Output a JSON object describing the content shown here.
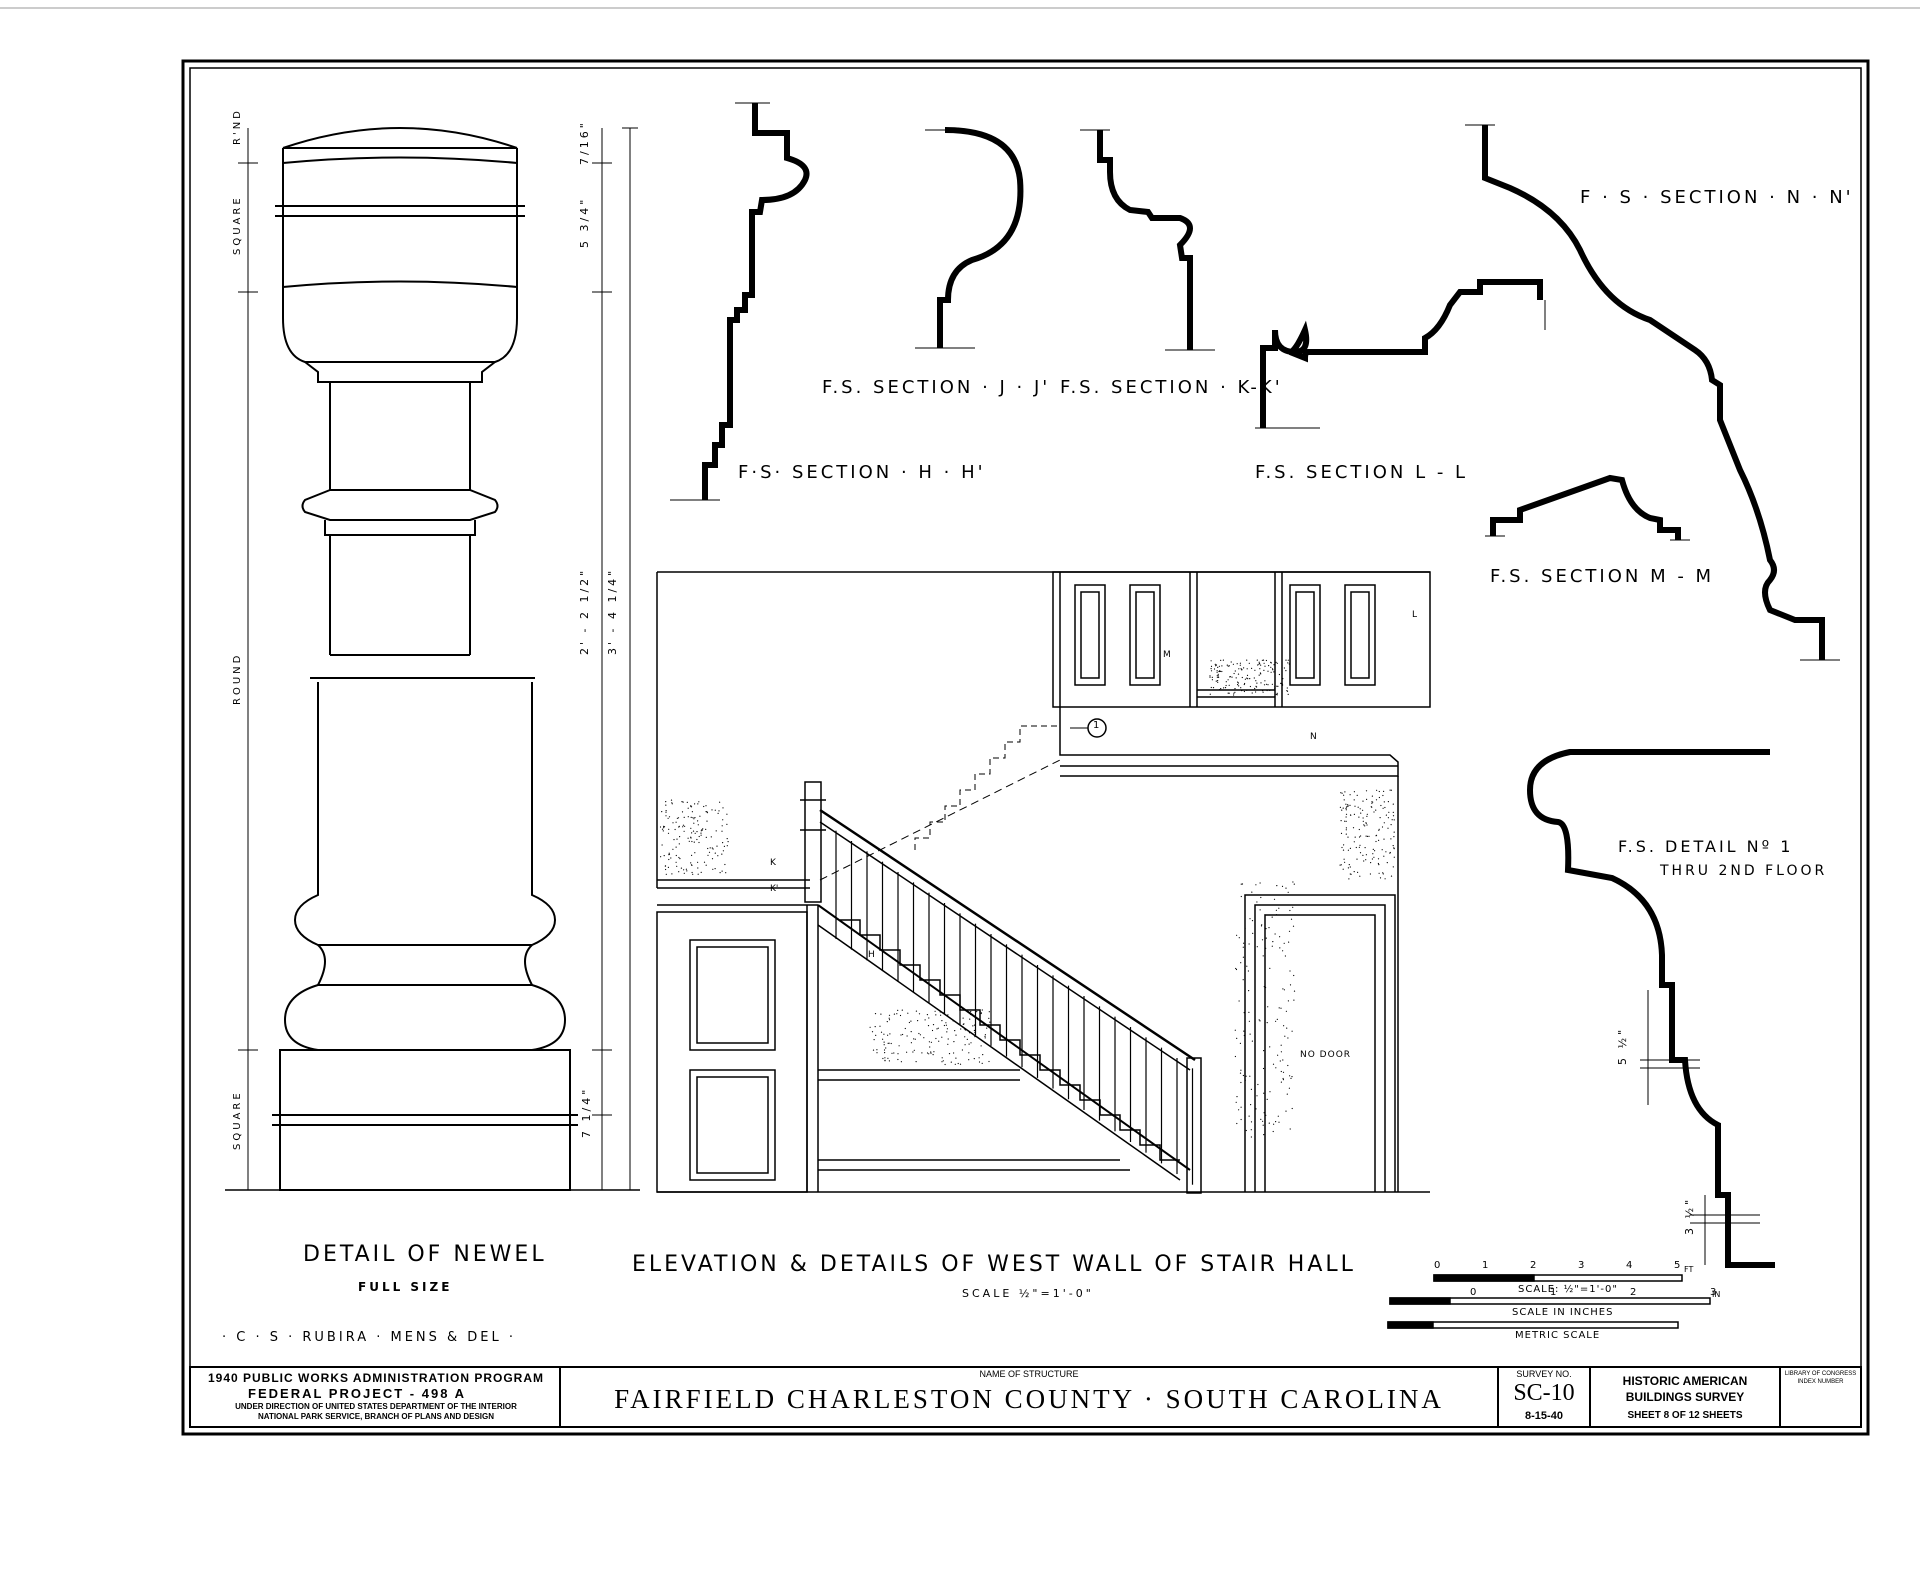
{
  "views": {
    "newel_title": "DETAIL OF NEWEL",
    "newel_sub": "FULL SIZE",
    "elevation_title": "ELEVATION & DETAILS OF WEST WALL OF STAIR HALL",
    "elevation_scale": "SCALE ½\"=1'-0\"",
    "delineator": "· C · S · RUBIRA · MENS & DEL ·"
  },
  "sections": {
    "hh": "F·S· SECTION · H · H'",
    "jj": "F.S. SECTION · J · J'",
    "kk": "F.S. SECTION · K-K'",
    "ll": "F.S. SECTION L - L",
    "mm": "F.S. SECTION M - M",
    "nn": "F · S · SECTION · N · N'",
    "detail1_a": "F.S. DETAIL Nº 1",
    "detail1_b": "THRU 2ND FLOOR"
  },
  "dims": {
    "rnd": "R'ND",
    "square1": "SQUARE",
    "round": "ROUND",
    "square2": "SQUARE",
    "d_7_16": "7/16\"",
    "d_5_3_4": "5 3/4\"",
    "d_2_2_1_2": "2' - 2 1/2\"",
    "d_3_4_1_4": "3' - 4 1/4\"",
    "d_7_1_4": "7 1/4\"",
    "d_5_1_2": "5 ½\"",
    "d_3_1_2": "3 ½\"",
    "no_door": "NO DOOR",
    "callout": "1",
    "h": "H",
    "k": "K",
    "kp": "K'",
    "m": "M",
    "n": "N",
    "l": "L"
  },
  "scales": {
    "ft_ticks": [
      "0",
      "1",
      "2",
      "3",
      "4",
      "5"
    ],
    "ft_unit": "FT",
    "ft_label": "SCALE: ½\"=1'-0\"",
    "in_ticks": [
      "0",
      "1",
      "2",
      "3"
    ],
    "in_unit": "IN",
    "in_label": "SCALE IN INCHES",
    "metric_label": "METRIC SCALE"
  },
  "title_block": {
    "program": "1940 PUBLIC WORKS ADMINISTRATION PROGRAM",
    "project": "FEDERAL PROJECT - 498 A",
    "direction1": "UNDER DIRECTION OF UNITED STATES DEPARTMENT OF THE INTERIOR",
    "direction2": "NATIONAL PARK SERVICE, BRANCH OF PLANS AND DESIGN",
    "name_label": "NAME OF STRUCTURE",
    "name": "FAIRFIELD  CHARLESTON COUNTY ·  SOUTH CAROLINA",
    "survey_label": "SURVEY NO.",
    "survey_no": "SC-10",
    "survey_date": "8-15-40",
    "habs1": "HISTORIC AMERICAN",
    "habs2": "BUILDINGS SURVEY",
    "sheet": "SHEET  8  OF  12  SHEETS",
    "loc1": "LIBRARY OF CONGRESS",
    "loc2": "INDEX NUMBER"
  }
}
